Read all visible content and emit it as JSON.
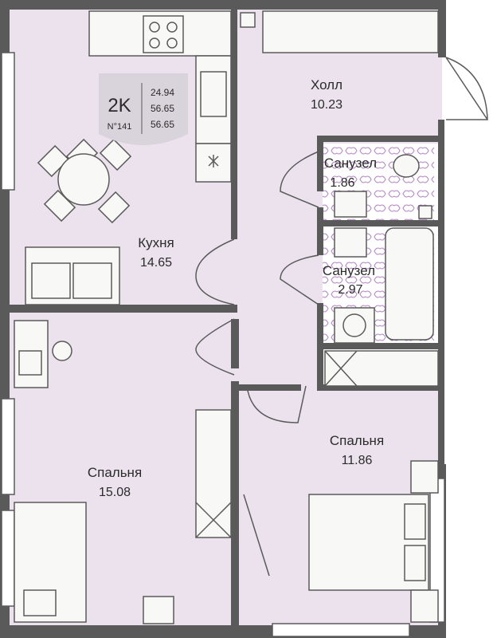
{
  "unit": {
    "code": "2K",
    "number": "N°141",
    "areas": [
      "24.94",
      "56.65",
      "56.65"
    ]
  },
  "rooms": {
    "kitchen": {
      "name": "Кухня",
      "area": "14.65"
    },
    "hall": {
      "name": "Холл",
      "area": "10.23"
    },
    "bath1": {
      "name": "Санузел",
      "area": "1.86"
    },
    "bath2": {
      "name": "Санузел",
      "area": "2.97"
    },
    "bedroom_left": {
      "name": "Спальня",
      "area": "15.08"
    },
    "bedroom_right": {
      "name": "Спальня",
      "area": "11.86"
    }
  },
  "colors": {
    "floor": "#ebe2ee",
    "wall": "#5a5a5a",
    "badge": "#d9d4dc",
    "furniture": "#f8f8f6",
    "accent": "#7a3d8c"
  }
}
